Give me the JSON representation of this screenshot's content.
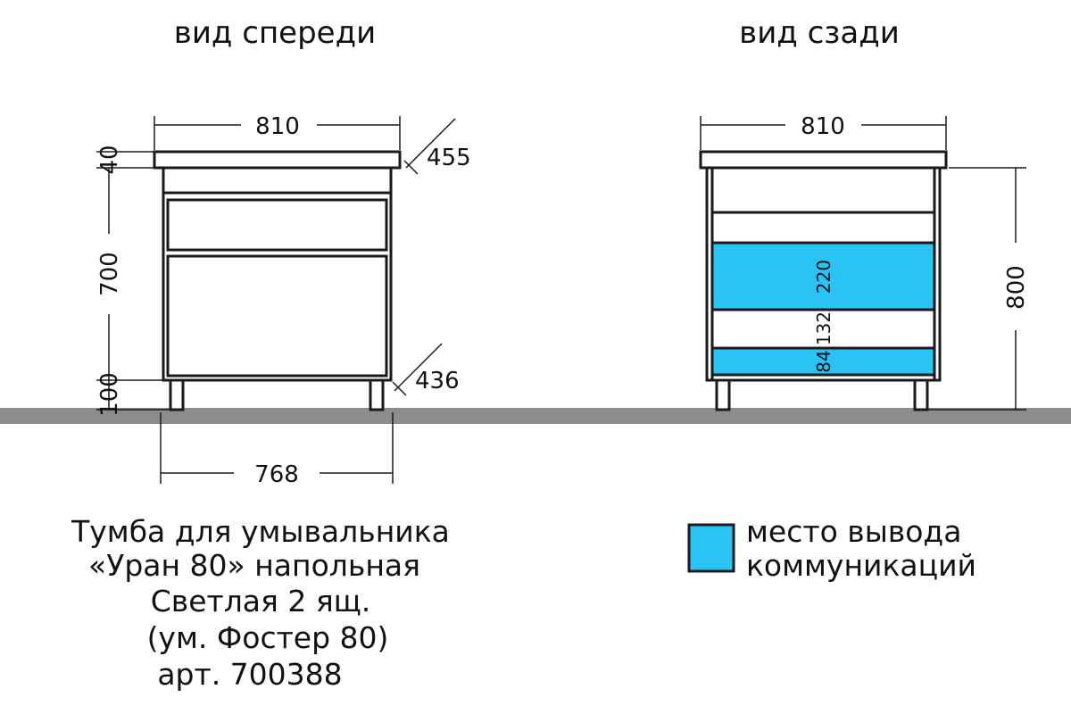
{
  "views": {
    "front": {
      "title": "вид спереди",
      "dims": {
        "top_width": "810",
        "depth_top": "455",
        "countertop": "40",
        "body": "700",
        "legs": "100",
        "depth_bottom": "436",
        "bottom_width": "768"
      }
    },
    "back": {
      "title": "вид сзади",
      "dims": {
        "top_width": "810",
        "total_height": "800",
        "zone_upper": "220",
        "gap": "132",
        "zone_lower": "84"
      }
    }
  },
  "caption": {
    "lines": [
      "Тумба для умывальника",
      "«Уран 80» напольная",
      "Светлая 2 ящ.",
      "(ум. Фостер 80)",
      "арт. 700388"
    ]
  },
  "legend": {
    "label_line1": "место вывода",
    "label_line2": "коммуникаций",
    "color": "#29c4f5"
  },
  "colors": {
    "floor": "#8c8c8c",
    "outline": "#1a1a1a",
    "zone": "#29c4f5"
  }
}
